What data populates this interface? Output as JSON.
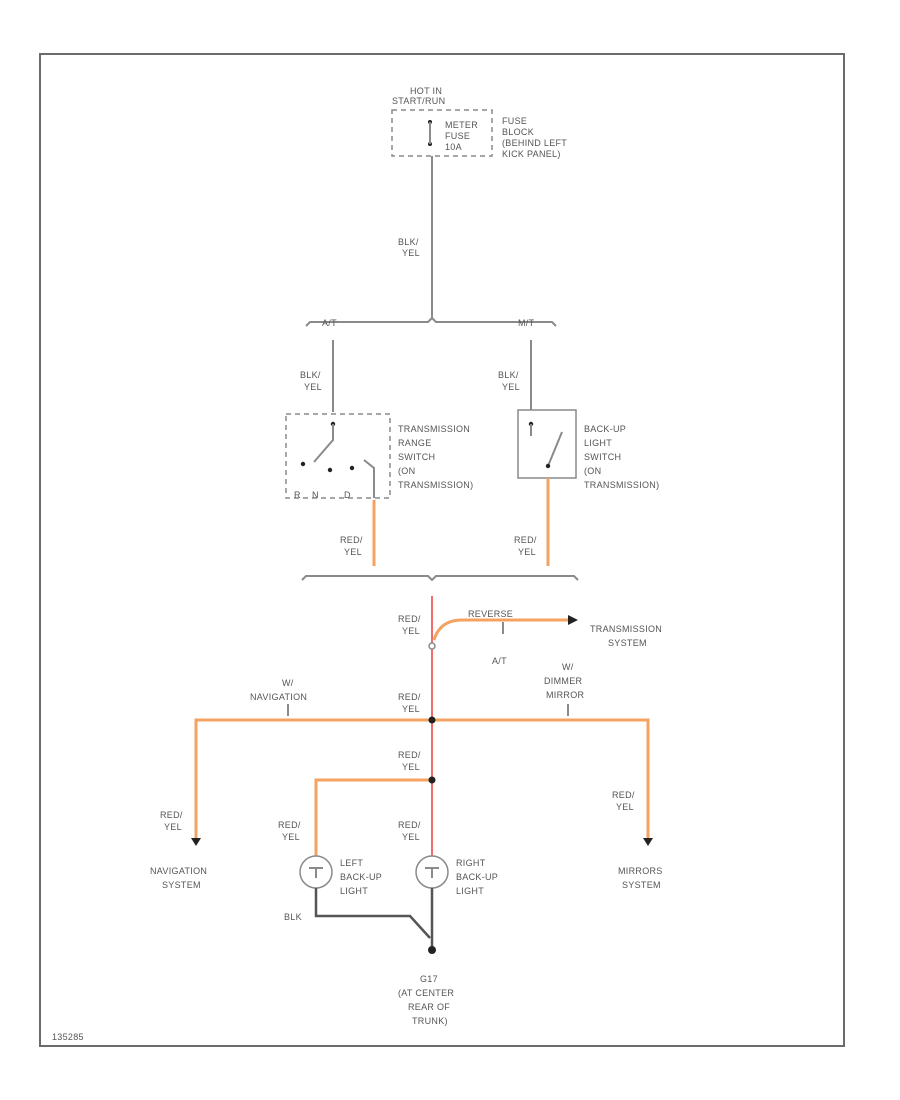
{
  "fuse_block": {
    "hot_label_1": "HOT IN",
    "hot_label_2": "START/RUN",
    "fuse_lines": [
      "METER",
      "FUSE",
      "10A"
    ],
    "block_lines": [
      "FUSE",
      "BLOCK",
      "(BEHIND LEFT",
      "KICK PANEL)"
    ]
  },
  "wires": {
    "blk": "BLK/",
    "yel": "YEL",
    "red": "RED/",
    "blk_ground": "BLK"
  },
  "split": {
    "at": "A/T",
    "mt": "M/T"
  },
  "trans_range_switch": {
    "lines": [
      "TRANSMISSION",
      "RANGE",
      "SWITCH",
      "(ON",
      "TRANSMISSION)"
    ],
    "pos_r": "R",
    "pos_n": "N",
    "pos_d": "D"
  },
  "backup_switch": {
    "lines": [
      "BACK-UP",
      "LIGHT",
      "SWITCH",
      "(ON",
      "TRANSMISSION)"
    ]
  },
  "reverse": {
    "tag": "REVERSE",
    "at_label": "A/T",
    "dest_lines": [
      "TRANSMISSION",
      "SYSTEM"
    ]
  },
  "navigation": {
    "w_lines": [
      "W/",
      "NAVIGATION"
    ],
    "sys_lines": [
      "NAVIGATION",
      "SYSTEM"
    ]
  },
  "mirror": {
    "w_lines": [
      "W/",
      "DIMMER",
      "MIRROR"
    ],
    "sys_lines": [
      "MIRRORS",
      "SYSTEM"
    ]
  },
  "left_lamp": {
    "lines": [
      "LEFT",
      "BACK-UP",
      "LIGHT"
    ]
  },
  "right_lamp": {
    "lines": [
      "RIGHT",
      "BACK-UP",
      "LIGHT"
    ]
  },
  "ground": {
    "lines": [
      "G17",
      "(AT CENTER",
      "REAR OF",
      "TRUNK)"
    ]
  },
  "figure_id": "135285",
  "colors": {
    "orange_wire": "#f4a260",
    "red_wire": "#f26a6a",
    "frame": "#6b6b6b"
  }
}
